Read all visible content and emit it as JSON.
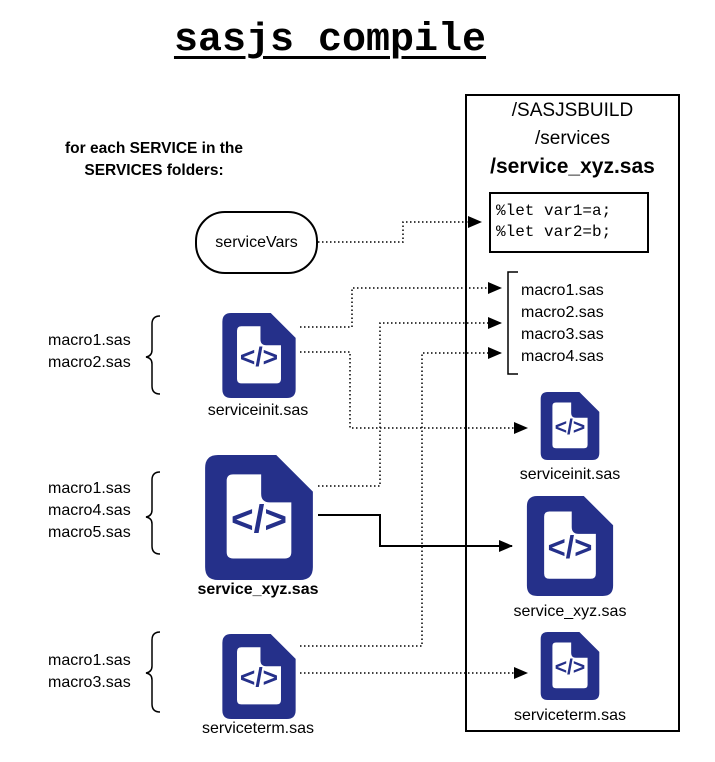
{
  "title": "sasjs compile",
  "intro": "for each SERVICE in the\nSERVICES folders:",
  "build": {
    "path_line1": "/SASJSBUILD",
    "path_line2": "/services",
    "file": "/service_xyz.sas",
    "code_lines": [
      "%let var1=a;",
      "%let var2=b;"
    ],
    "macros": [
      "macro1.sas",
      "macro2.sas",
      "macro3.sas",
      "macro4.sas"
    ],
    "outputs": [
      "serviceinit.sas",
      "service_xyz.sas",
      "serviceterm.sas"
    ]
  },
  "source": {
    "service_vars": "serviceVars",
    "files": [
      {
        "name": "serviceinit.sas",
        "macros": [
          "macro1.sas",
          "macro2.sas"
        ]
      },
      {
        "name": "service_xyz.sas",
        "macros": [
          "macro1.sas",
          "macro4.sas",
          "macro5.sas"
        ]
      },
      {
        "name": "serviceterm.sas",
        "macros": [
          "macro1.sas",
          "macro3.sas"
        ]
      }
    ]
  },
  "icon_glyph": "</>",
  "colors": {
    "icon": "#25308a",
    "line": "#000000"
  }
}
